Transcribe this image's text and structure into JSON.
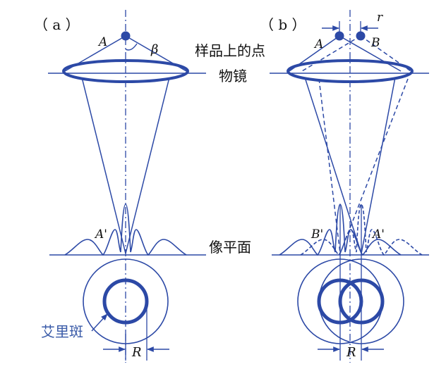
{
  "panel_a": {
    "tag": "（ a ）",
    "point_label": "A",
    "angle_label": "β",
    "image_label": "A'",
    "radius_label": "R"
  },
  "panel_b": {
    "tag": "（ b ）",
    "point_a_label": "A",
    "point_b_label": "B",
    "separation_label": "r",
    "image_b_label": "B'",
    "image_a_label": "A'",
    "radius_label": "R"
  },
  "labels": {
    "sample_point": "样品上的点",
    "objective": "物镜",
    "image_plane": "像平面",
    "airy_disk": "艾里斑"
  },
  "colors": {
    "line": "#2c49a6",
    "text_cn": "#3a5ba8",
    "text": "#111111"
  }
}
